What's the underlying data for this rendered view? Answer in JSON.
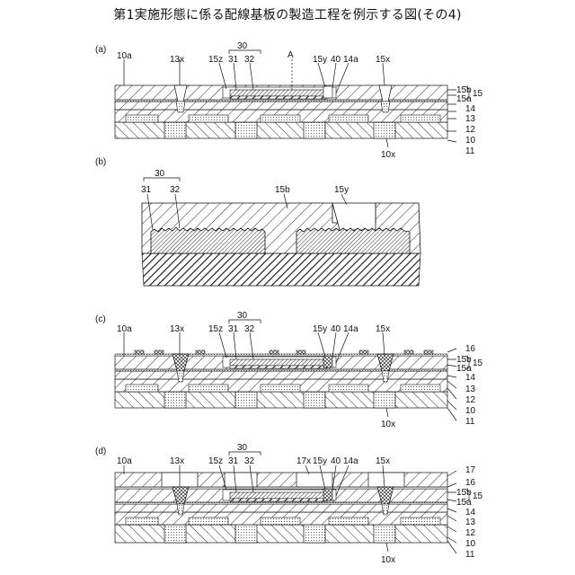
{
  "title": "第1実施形態に係る配線基板の製造工程を例示する図(その4)",
  "panels": {
    "a": {
      "tag": "(a)",
      "labels": [
        "10a",
        "13x",
        "15z",
        "31",
        "32",
        "30",
        "A",
        "15y",
        "40",
        "14a",
        "15x",
        "15b",
        "15a",
        "15",
        "14",
        "13",
        "12",
        "10",
        "10x",
        "11"
      ]
    },
    "b": {
      "tag": "(b)",
      "labels": [
        "30",
        "31",
        "32",
        "15b",
        "15y"
      ]
    },
    "c": {
      "tag": "(c)",
      "labels": [
        "10a",
        "13x",
        "30",
        "15z",
        "31",
        "32",
        "15y",
        "40",
        "14a",
        "15x",
        "16",
        "15b",
        "15a",
        "15",
        "14",
        "13",
        "12",
        "10",
        "10x",
        "11"
      ]
    },
    "d": {
      "tag": "(d)",
      "labels": [
        "10a",
        "13x",
        "30",
        "15z",
        "31",
        "32",
        "17x",
        "15y",
        "40",
        "14a",
        "15x",
        "17",
        "16",
        "15b",
        "15a",
        "15",
        "14",
        "13",
        "12",
        "10",
        "10x",
        "11"
      ]
    }
  }
}
